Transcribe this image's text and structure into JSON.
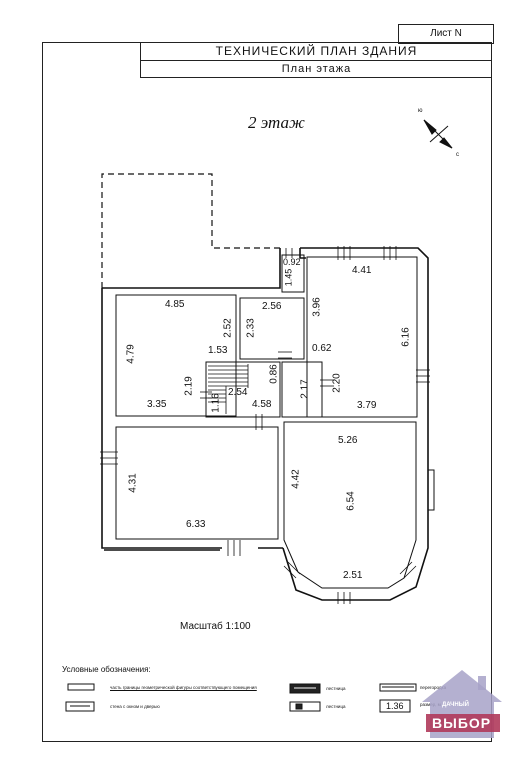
{
  "sheet_number": "Лист N",
  "title": "ТЕХНИЧЕСКИЙ ПЛАН ЗДАНИЯ",
  "subtitle": "План этажа",
  "floor_label": "2 этаж",
  "scale_label": "Масштаб 1:100",
  "compass": {
    "north": "ю",
    "south": "с"
  },
  "dimensions": {
    "r1_top": "4.85",
    "r1_left": "4.79",
    "r1_inner": "2.52",
    "r1_inner_b": "1.53",
    "r1_right": "2.19",
    "r1_bottom": "3.35",
    "r2_top": "2.56",
    "r2_side": "2.33",
    "vest_top": "0.92",
    "vest_side": "1.45",
    "r3_top": "4.41",
    "r3_left": "3.96",
    "r3_right": "6.16",
    "r3_inner": "0.62",
    "r3_side": "2.20",
    "r3_bottom": "3.79",
    "stair_width": "2.54",
    "stair_side": "1.16",
    "stair_right": "0.86",
    "hall_bottom": "4.58",
    "hall_side": "2.17",
    "r4_left": "4.31",
    "r4_bottom": "6.33",
    "r5_top": "5.26",
    "r5_left": "4.42",
    "r5_right": "6.54",
    "r5_bottom": "2.51"
  },
  "legend": {
    "title": "Условные обозначения:",
    "item1": "часть границы геометрической фигуры соответствующего помещения",
    "item2": "стена с окном и дверью",
    "item3": "лестница",
    "item4": "лестница",
    "item5": "перегородка",
    "item6_value": "1.36",
    "item6": "размер, м"
  },
  "watermark": {
    "line1": "ДАЧНЫЙ",
    "line2": "ВЫБОР"
  }
}
